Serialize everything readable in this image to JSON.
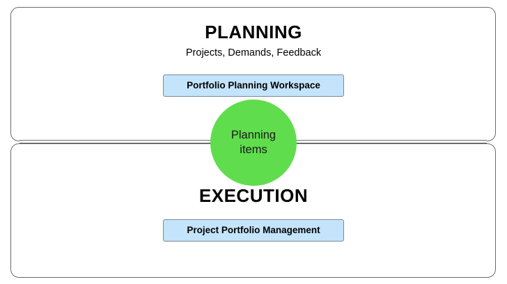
{
  "planning": {
    "title": "PLANNING",
    "subtitle": "Projects, Demands, Feedback",
    "tool": "Portfolio Planning Workspace"
  },
  "center_node": {
    "label": "Planning items",
    "color": "#5fdd4d"
  },
  "execution": {
    "title": "EXECUTION",
    "tool": "Project Portfolio Management"
  },
  "colors": {
    "tool_box_fill": "#c4e4fb",
    "panel_border": "#6b6b6b"
  }
}
